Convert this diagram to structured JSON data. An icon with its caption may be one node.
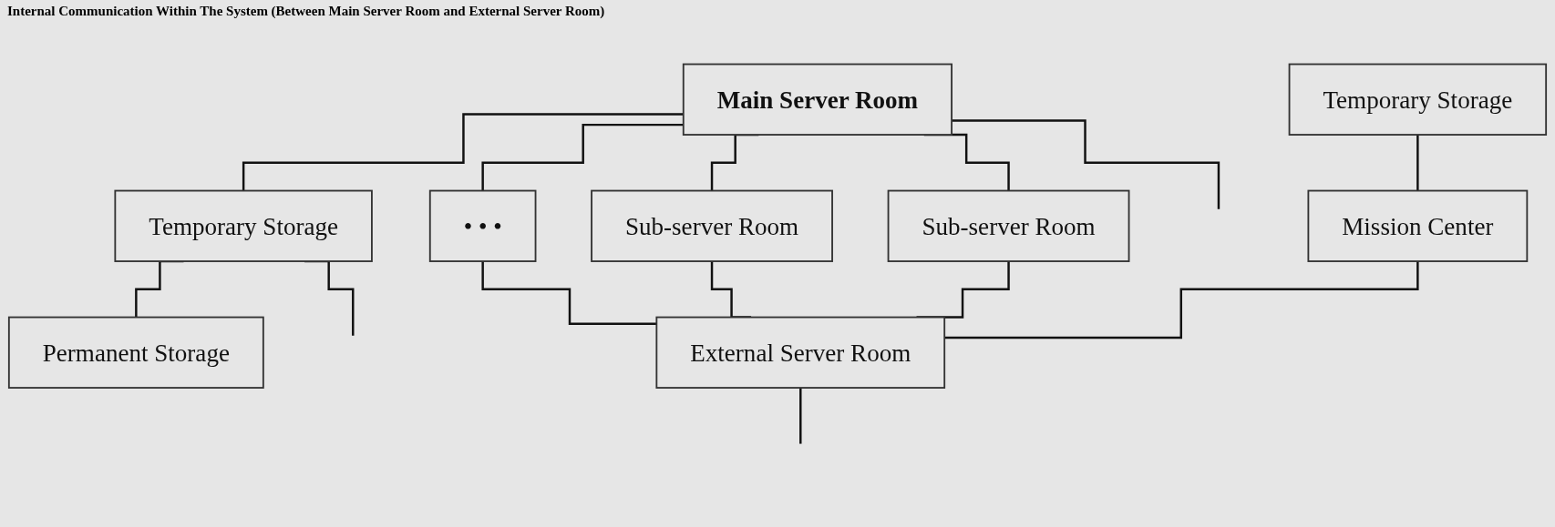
{
  "diagram": {
    "title": "Internal Communication Within The System (Between Main Server Room and External Server Room)",
    "nodes": [
      {
        "text": [
          "Main Server Room"
        ]
      },
      {
        "text": [
          "Temporary Storage"
        ]
      },
      {
        "text": [
          "Permanent Storage"
        ]
      },
      {
        "text": [
          "• • •"
        ]
      },
      {
        "text": [
          "Sub-server Room"
        ]
      },
      {
        "text": [
          "Sub-server Room"
        ]
      },
      {
        "text": [
          "Temporary Storage"
        ]
      },
      {
        "text": [
          "Mission Center"
        ]
      },
      {
        "text": [
          "External Server Room"
        ]
      }
    ],
    "edges": [
      {
        "from": 0,
        "to": 1,
        "arrow": "none"
      },
      {
        "from": 1,
        "to": 2,
        "arrow": "none"
      },
      {
        "from": 0,
        "to": 3,
        "arrow": "none"
      },
      {
        "from": 0,
        "to": 4,
        "arrow": "none"
      },
      {
        "from": 0,
        "to": 5,
        "arrow": "none"
      },
      {
        "from": 3,
        "to": 8,
        "arrow": "none"
      },
      {
        "from": 4,
        "to": 8,
        "arrow": "none"
      },
      {
        "from": 5,
        "to": 8,
        "arrow": "none"
      },
      {
        "from": 6,
        "to": 7,
        "arrow": "none"
      },
      {
        "from": 7,
        "to": 8,
        "arrow": "none"
      },
      {
        "from": 0,
        "to": null,
        "arrow": "none"
      },
      {
        "from": 8,
        "to": null,
        "arrow": "none"
      },
      {
        "from": 1,
        "to": null,
        "arrow": "none"
      }
    ]
  }
}
